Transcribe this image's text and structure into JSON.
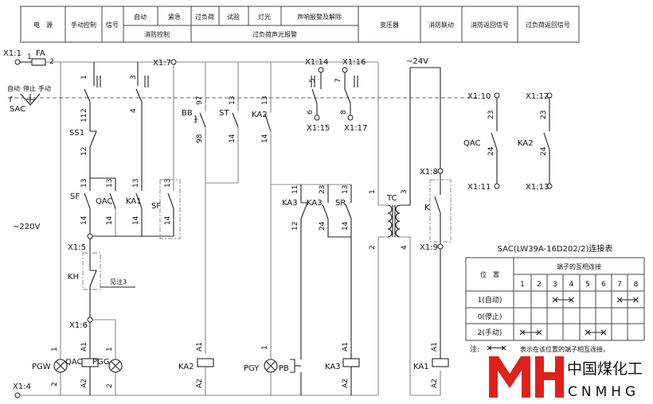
{
  "header": {
    "power": "电　源",
    "manual": "手动控制",
    "signal": "信号",
    "auto": "自动",
    "emergency": "紧急",
    "fire_control": "消防控制",
    "overload": "过负荷",
    "test": "试验",
    "light": "灯光",
    "sound_alarm": "声响报警及解除",
    "overload_alarm": "过负荷声光报警",
    "transformer": "变压器",
    "fire_link": "消防联动",
    "fire_return": "消防返回信号",
    "overload_return": "过负荷返回信号"
  },
  "terminals": [
    "X1:1",
    "X1:7",
    "X1:14",
    "X1:16",
    "X1:15",
    "X1:17",
    "X1:5",
    "X1:6",
    "X1:4",
    "X1:8",
    "X1:9",
    "X1:10",
    "X1:11",
    "X1:12",
    "X1:13"
  ],
  "components": {
    "fa": "FA",
    "sac": "SAC",
    "ss1": "SS1",
    "sf1": "SF",
    "qac": "QAC",
    "ka1": "KA1",
    "sf2": "SF",
    "bb": "BB",
    "st": "ST",
    "ka2": "KA2",
    "ka3a": "KA3",
    "ka3b": "KA3",
    "sr": "SR",
    "tc": "TC",
    "k": "K",
    "kh": "KH",
    "pgw": "PGW",
    "qac_coil": "QAC",
    "pgg": "PGG",
    "ka2_coil": "KA2",
    "pgy": "PGY",
    "pb": "PB",
    "ka3_coil": "KA3",
    "ka1_coil": "KA1",
    "qac_r": "QAC",
    "ka2_r": "KA2"
  },
  "sac_positions": {
    "auto": "自动",
    "stop": "停止",
    "manual": "手动"
  },
  "voltages": {
    "v220": "~220V",
    "v24": "~24V"
  },
  "note3": "见注3",
  "pins": [
    "1",
    "2",
    "1",
    "2",
    "3",
    "4",
    "11",
    "12",
    "13",
    "14",
    "13",
    "14",
    "13",
    "14",
    "13",
    "14",
    "97",
    "98",
    "13",
    "14",
    "13",
    "14",
    "5",
    "6",
    "7",
    "8",
    "11",
    "12",
    "23",
    "24",
    "13",
    "14",
    "1",
    "2",
    "3",
    "4",
    "1",
    "2",
    "A1",
    "A2",
    "1",
    "2",
    "A1",
    "A2",
    "1",
    "A1",
    "A2",
    "A1",
    "A2",
    "23",
    "24",
    "23",
    "24"
  ],
  "table": {
    "title": "SAC(LW39A-16D202/2)连接表",
    "position_header": "位　置",
    "terminal_header": "端子的互相连接",
    "terminals": [
      "1",
      "2",
      "3",
      "4",
      "5",
      "6",
      "7",
      "8"
    ],
    "rows": [
      {
        "label": "1(自动)",
        "connections": [
          [
            3,
            4
          ],
          [
            7,
            8
          ]
        ]
      },
      {
        "label": "0(停止)",
        "connections": []
      },
      {
        "label": "2(手动)",
        "connections": [
          [
            1,
            2
          ],
          [
            5,
            6
          ]
        ]
      }
    ],
    "note_prefix": "注:",
    "note_text": "表示在该位置的端子相互连接。"
  },
  "logo": {
    "text_cn": "中国煤化工",
    "text_en": "CNMHG",
    "mark": "MH",
    "color": "#e0201b"
  }
}
